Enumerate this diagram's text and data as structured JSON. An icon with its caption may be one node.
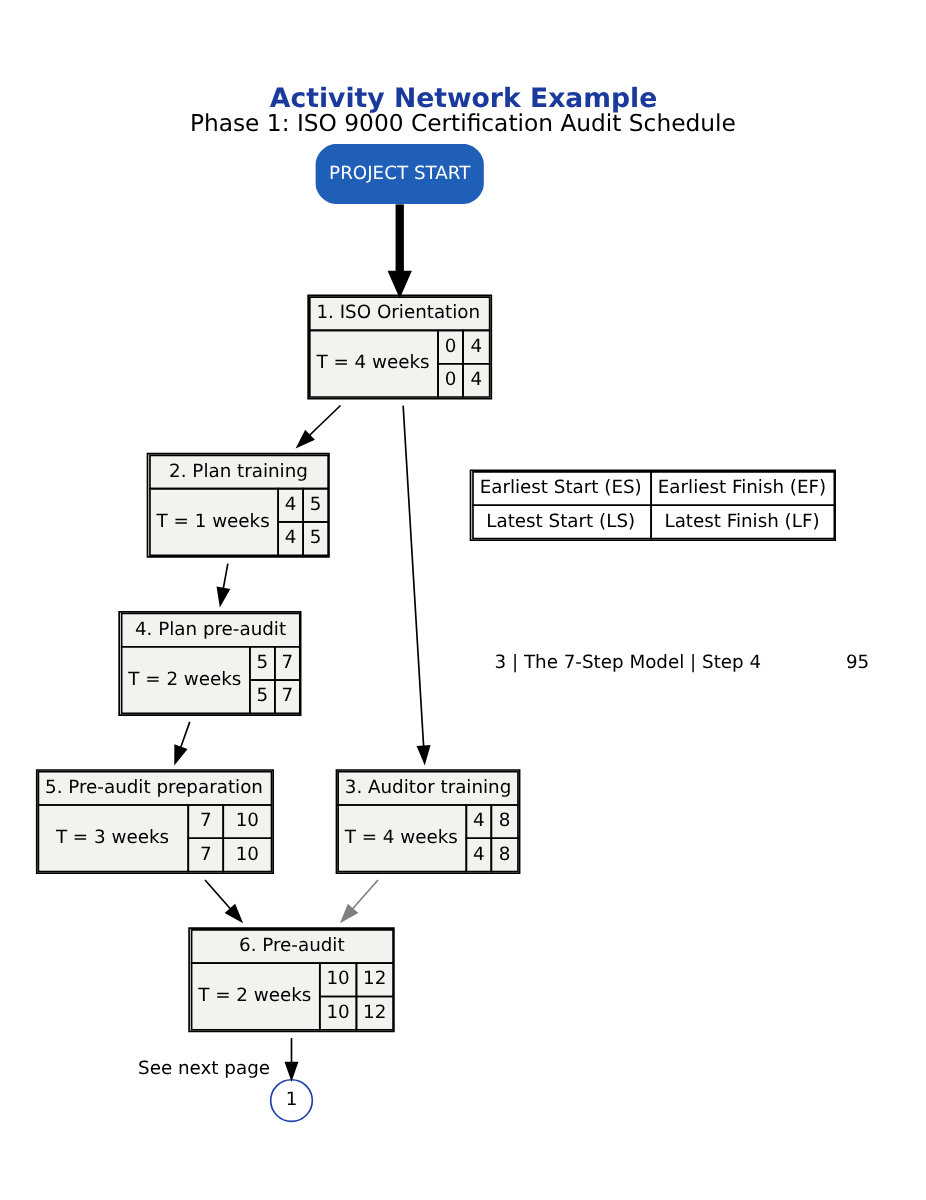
{
  "diagram": {
    "title": "Activity Network Example",
    "caption": "Phase 1: ISO 9000 Certification Audit Schedule",
    "nodes": [
      {
        "text": [
          "PROJECT START"
        ]
      },
      {
        "text": [
          "1. ISO Orientation",
          "T = 4 weeks",
          "0",
          "4",
          "0",
          "4"
        ]
      },
      {
        "text": [
          "2. Plan training",
          "T = 1 weeks",
          "4",
          "5",
          "4",
          "5"
        ]
      },
      {
        "text": [
          "3. Auditor training",
          "T = 4 weeks",
          "4",
          "8",
          "4",
          "8"
        ]
      },
      {
        "text": [
          "4. Plan pre-audit",
          "T = 2 weeks",
          "5",
          "7",
          "5",
          "7"
        ]
      },
      {
        "text": [
          "5. Pre-audit preparation",
          "T = 3 weeks",
          "7",
          "10",
          "7",
          "10"
        ]
      },
      {
        "text": [
          "6. Pre-audit",
          "T = 2 weeks",
          "10",
          "12",
          "10",
          "12"
        ]
      },
      {
        "text": [
          "1"
        ],
        "beside": [
          "See next page"
        ]
      }
    ],
    "edges": [
      {
        "from": 0,
        "to": 1,
        "arrow": "to",
        "style": "thick"
      },
      {
        "from": 1,
        "to": 2,
        "arrow": "to"
      },
      {
        "from": 1,
        "to": 3,
        "arrow": "to"
      },
      {
        "from": 2,
        "to": 4,
        "arrow": "to"
      },
      {
        "from": 4,
        "to": 5,
        "arrow": "to"
      },
      {
        "from": 5,
        "to": 6,
        "arrow": "to"
      },
      {
        "from": 3,
        "to": 6,
        "arrow": "to",
        "color": "#808080"
      },
      {
        "from": 6,
        "to": 7,
        "arrow": "to"
      }
    ],
    "labels": [
      "Earliest Start (ES)",
      "Earliest Finish (EF)",
      "Latest Start (LS)",
      "Latest Finish (LF)",
      "3 | The 7-Step Model | Step 4",
      "95"
    ]
  }
}
